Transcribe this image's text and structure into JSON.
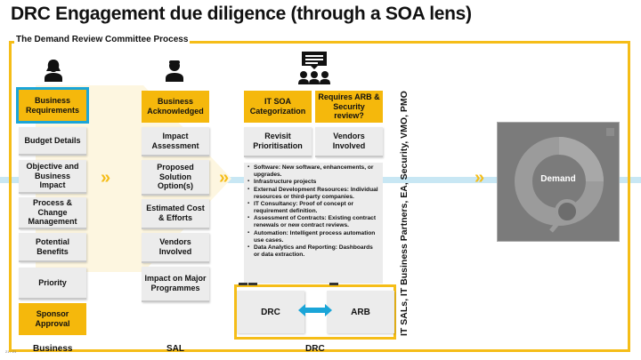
{
  "slide": {
    "title": "DRC Engagement due diligence (through a SOA lens)",
    "frame_label": "The Demand Review Committee Process",
    "vertical_label": "IT SALs, IT Business Partners, EA, Security, VMO, PMO",
    "footnote": "21 / 21"
  },
  "colors": {
    "accent_yellow": "#f5b80c",
    "frame_yellow": "#f5bd18",
    "card_grey": "#ececec",
    "band_blue": "#c8e7f4",
    "selection_blue": "#1aa5d8"
  },
  "icons": {
    "business": "person-icon",
    "sal": "person-icon",
    "drc": "speech-group-icon",
    "flow": "double-chevron-icon",
    "link": "double-arrow-icon",
    "demand": "donut-magnifier-icon"
  },
  "business": {
    "label": "Business",
    "cards": [
      "Business Requirements",
      "Budget Details",
      "Objective and Business Impact",
      "Process & Change Management",
      "Potential Benefits",
      "Priority",
      "Sponsor Approval"
    ]
  },
  "sal": {
    "label": "SAL",
    "cards": [
      "Business Acknowledged",
      "Impact Assessment",
      "Proposed Solution Option(s)",
      "Estimated Cost & Efforts",
      "Vendors Involved",
      "Impact on Major Programmes"
    ]
  },
  "drc": {
    "label": "DRC",
    "cards": [
      "IT SOA Categorization",
      "Requires ARB & Security review?",
      "Revisit Prioritisation",
      "Vendors Involved"
    ],
    "details": [
      "Software: New software, enhancements, or upgrades.",
      "Infrastructure projects",
      "External Development Resources: Individual resources or third-party companies.",
      "IT Consultancy: Proof of concept or requirement definition.",
      "Assessment of Contracts: Existing contract renewals or new contract reviews.",
      "Automation: Intelligent process automation use cases.",
      "Data Analytics and Reporting: Dashboards or data extraction."
    ],
    "link": {
      "left": "DRC",
      "right": "ARB"
    }
  },
  "demand": {
    "label": "Demand"
  }
}
